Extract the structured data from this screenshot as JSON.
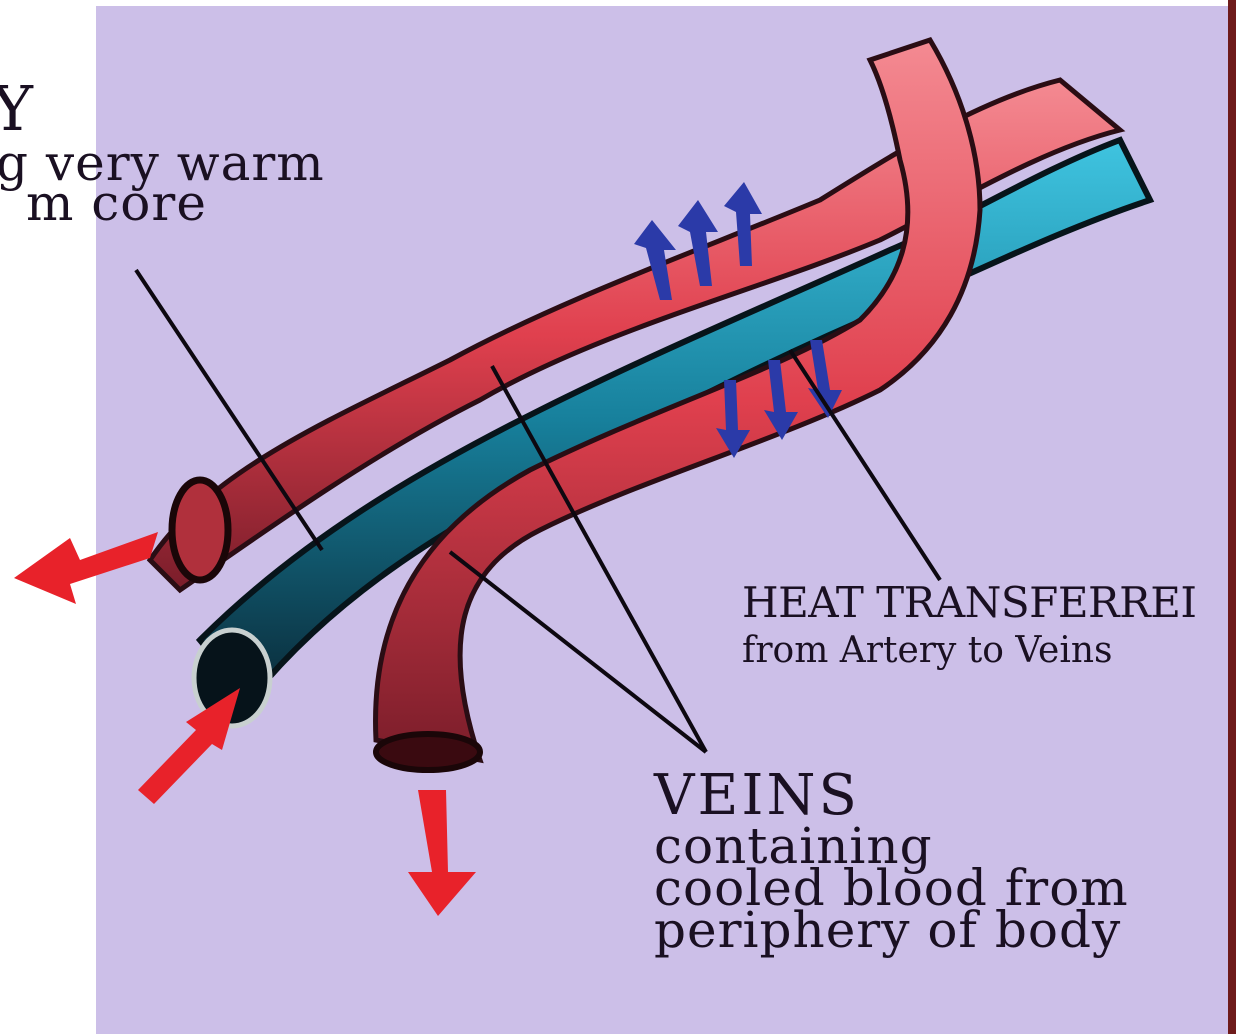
{
  "labels": {
    "artery_title": "Y",
    "artery_line1": "g very warm",
    "artery_line2": "m core",
    "heat_title": "HEAT TRANSFERREI",
    "heat_sub": "from Artery to Veins",
    "veins_title": "VEINS",
    "veins_line1": "containing",
    "veins_line2": "cooled blood from",
    "veins_line3": "periphery of body"
  },
  "colors": {
    "background": "#ccbfe8",
    "vein": "#e2505c",
    "artery": "#1a8aa8",
    "flow_arrow": "#e8222a",
    "heat_arrow": "#2b3aa8",
    "border": "#6e1b1b"
  }
}
